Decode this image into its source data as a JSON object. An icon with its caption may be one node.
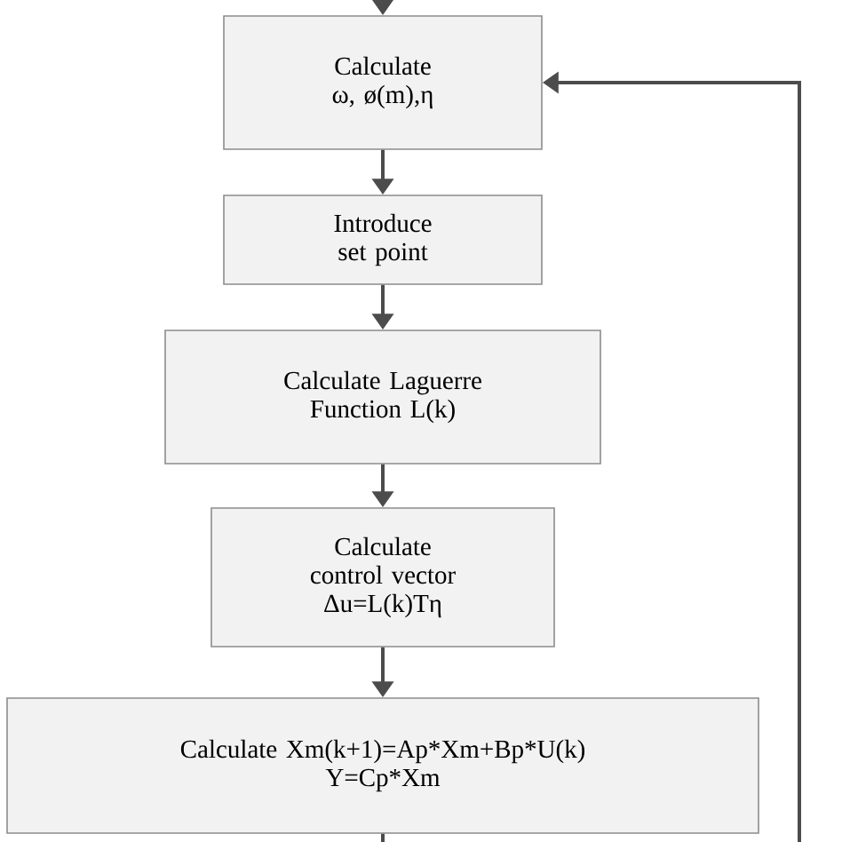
{
  "diagram": {
    "nodes": [
      {
        "text": [
          "Calculate ω, ø(m),η"
        ]
      },
      {
        "text": [
          "Introduce set point"
        ]
      },
      {
        "text": [
          "Calculate Laguerre Function L(k)"
        ]
      },
      {
        "text": [
          "Calculate control vector Δu=L(k)Tη"
        ]
      },
      {
        "text": [
          "Calculate Xm(k+1)=Ap*Xm+Bp*U(k) Y=Cp*Xm"
        ]
      }
    ],
    "edges": [
      {
        "from": null,
        "to": 0,
        "arrow": "to"
      },
      {
        "from": 0,
        "to": 1,
        "arrow": "to"
      },
      {
        "from": 1,
        "to": 2,
        "arrow": "to"
      },
      {
        "from": 2,
        "to": 3,
        "arrow": "to"
      },
      {
        "from": 3,
        "to": 4,
        "arrow": "to"
      },
      {
        "from": 4,
        "to": null,
        "arrow": "none"
      },
      {
        "from": null,
        "to": 0,
        "arrow": "to"
      }
    ]
  }
}
